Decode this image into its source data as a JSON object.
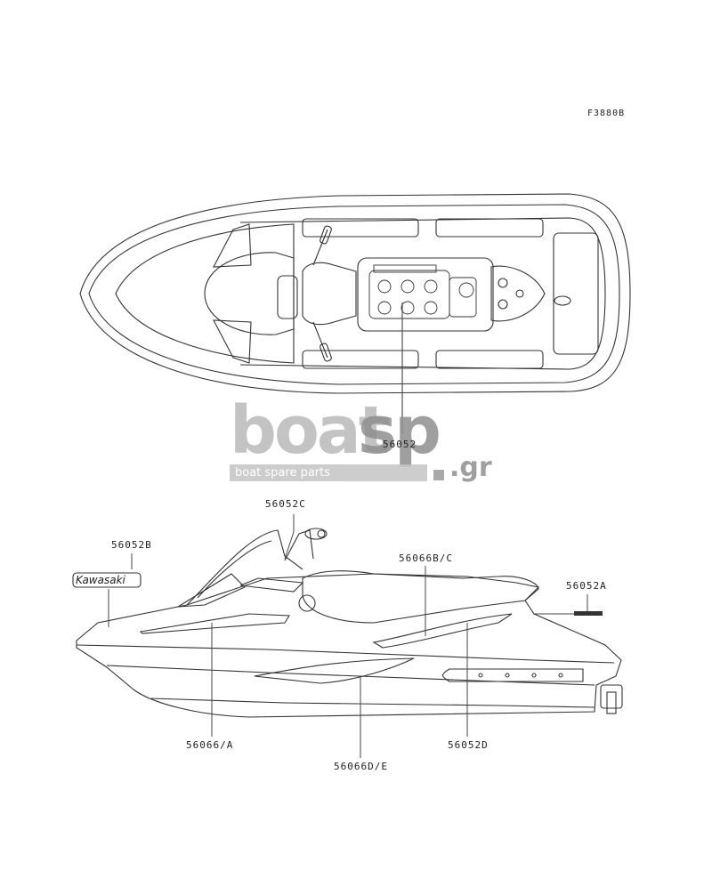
{
  "diagram_code": "F3880B",
  "callouts": {
    "top_view": "56052",
    "c": "56052C",
    "b": "56052B",
    "a": "56052A",
    "bc": "56066B/C",
    "d": "56052D",
    "oa": "56066/A",
    "de": "56066D/E"
  },
  "decals": {
    "brand": "Kawasaki"
  },
  "watermark": {
    "word1": "boat",
    "word2": "sp",
    "suffix": ".gr",
    "tagline": "boat spare parts"
  }
}
